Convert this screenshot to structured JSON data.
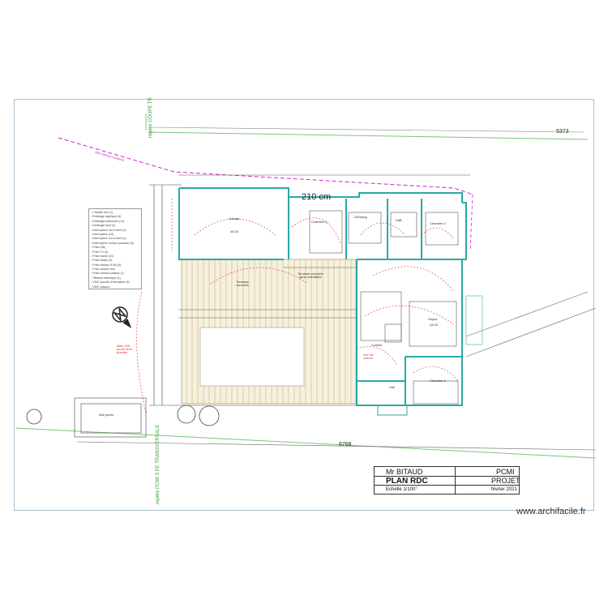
{
  "plan": {
    "dimension_top": "5373",
    "dimension_bottom": "6768",
    "dimension_window": "210 cm",
    "rooms": [
      {
        "id": "garage",
        "name": "Garage",
        "area": "45.00"
      },
      {
        "id": "chambre1",
        "name": "Chambre 1",
        "area": ""
      },
      {
        "id": "dressing",
        "name": "Dressing",
        "area": ""
      },
      {
        "id": "sdb",
        "name": "SdB",
        "area": ""
      },
      {
        "id": "chambre2",
        "name": "Chambre 2",
        "area": ""
      },
      {
        "id": "terrasse_couverte",
        "name": "Terrasse couverte",
        "area": ""
      },
      {
        "id": "terrasse_couverte_lame",
        "name": "Terrasse couverte lame orientable",
        "area": ""
      },
      {
        "id": "sejour",
        "name": "Séjour",
        "area": "43.00"
      },
      {
        "id": "cuisine",
        "name": "Cuisine",
        "area": ""
      },
      {
        "id": "chambre3",
        "name": "Chambre 3",
        "area": ""
      },
      {
        "id": "abri",
        "name": "Abri jardin",
        "area": ""
      },
      {
        "id": "hall",
        "name": "Hall",
        "area": ""
      }
    ],
    "road_labels": {
      "top": "repère COUPE TR",
      "bottom": "repère PCMI 3 PE TRANSVERSALE",
      "diagonal": "Mur mitoyen existant"
    },
    "annotations": {
      "note_left": "allée 10ft pente terre plantée",
      "note_center": "mur de clôture"
    }
  },
  "legend": {
    "items": [
      "Chauffe eau (1)",
      "Eclairage applique (4)",
      "Eclairage plafonnier (11)",
      "Eclairage spot (2)",
      "Interrupteur va et vient (2)",
      "Interrupteur (10)",
      "Interrupteur va et vient (4)",
      "Interrupteur bouton poussoir (6)",
      "Prise (36)",
      "Prise TV (3)",
      "Prise haute (10)",
      "Prise basse (3)",
      "Prise réseau RJ45 (4)",
      "Prise cuisine four",
      "Prise cuisson plaque (1)",
      "Tableau électrique (1)",
      "VMC bouche d'extraction (4)",
      "VMC caisson"
    ]
  },
  "titleblock": {
    "client": "Mr BITAUD",
    "doc_code": "PCMI",
    "title": "PLAN RDC",
    "status": "PROJET",
    "scale": "Echelle 1/100°",
    "date": "février 2021"
  },
  "watermark": "www.archifacile.fr",
  "colors": {
    "frame": "#a9bfd1",
    "walls": "#2aa8a8",
    "terrace": "#c8b98a",
    "electrical": "#e03030",
    "boundary": "#d020d0",
    "road": "#3a9a3a"
  }
}
